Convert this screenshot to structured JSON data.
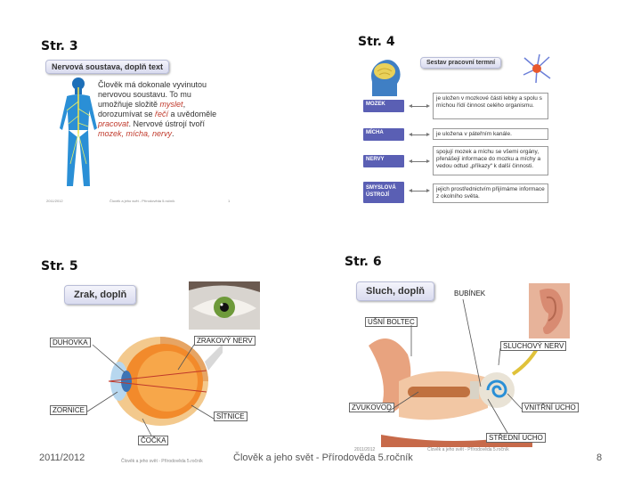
{
  "slide": {
    "labels": {
      "p3": "Str. 3",
      "p4": "Str. 4",
      "p5": "Str. 5",
      "p6": "Str. 6"
    },
    "footer": {
      "year": "2011/2012",
      "title": "Člověk a jeho svět - Přírodověda 5.ročník",
      "page": "8",
      "small_caption": "Člověk a jeho svět - Přírodověda 5.ročník"
    }
  },
  "p3": {
    "banner": "Nervová soustava, doplň text",
    "para_1": "Člověk má dokonale vyvinutou nervovou soustavu. To mu umožňuje složitě ",
    "word_myslet": "myslet",
    "para_2": ", dorozumívat se ",
    "word_reci": "řečí",
    "para_3": " a uvědoměle ",
    "word_pracovat": "pracovat",
    "para_4": ". Nervové ústrojí tvoří ",
    "word_organs": "mozek, mícha, nervy",
    "para_5": ".",
    "small_year": "2011/2012",
    "small_page": "1"
  },
  "p4": {
    "banner": "Sestav pracovní termní",
    "terms": [
      "MOZEK",
      "MÍCHA",
      "NERVY",
      "SMYSLOVÁ ÚSTROJÍ"
    ],
    "defs": [
      "je uložen v mozkové části lebky a spolu s míchou řídí činnost celého organismu.",
      "je uložena v páteřním kanále.",
      "spojují mozek a míchu se všemi orgány, přenášejí informace do mozku a míchy a vedou odtud „příkazy“ k další činnosti.",
      "jejich prostřednictvím přijímáme informace z okolního světa."
    ]
  },
  "p5": {
    "banner": "Zrak, doplň",
    "labels": {
      "duhovka": "DUHOVKA",
      "nerv": "ZRAKOVÝ NERV",
      "zornice": "ZORNICE",
      "sitnice": "SÍTNICE",
      "cocka": "ČOČKA"
    }
  },
  "p6": {
    "banner": "Sluch, doplň",
    "labels": {
      "bubinek": "BUBÍNEK",
      "bolt": "UŠNÍ BOLTEC",
      "nerv": "SLUCHOVÝ NERV",
      "zvukovod": "ZVUKOVOD",
      "vnitrni": "VNITŘNÍ UCHO",
      "stredni": "STŘEDNÍ UCHO"
    },
    "small_year": "2011/2012"
  },
  "colors": {
    "banner": "#d9dbef",
    "term": "#5a5fb4",
    "nerve": "#2a8fd6",
    "red": "#c0392b"
  }
}
